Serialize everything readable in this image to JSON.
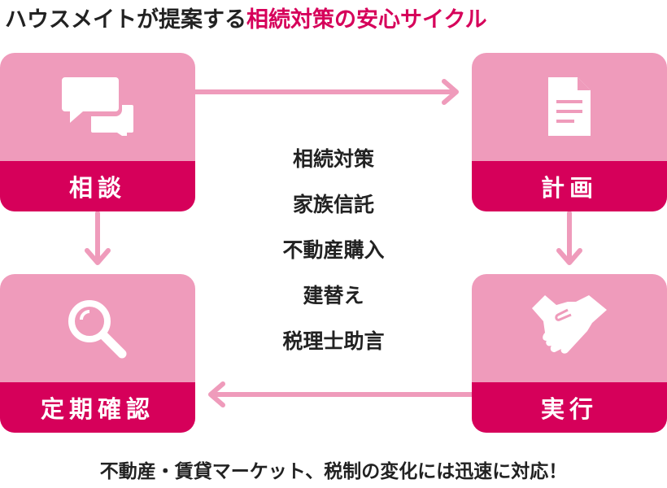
{
  "title": {
    "prefix": "ハウスメイトが提案する",
    "highlight": "相続対策の安心サイクル"
  },
  "steps": [
    {
      "label": "相談",
      "icon": "chat-bubbles-icon"
    },
    {
      "label": "計画",
      "icon": "document-icon"
    },
    {
      "label": "実行",
      "icon": "handshake-icon"
    },
    {
      "label": "定期確認",
      "icon": "magnifier-icon"
    }
  ],
  "services": [
    "相続対策",
    "家族信託",
    "不動産購入",
    "建替え",
    "税理士助言"
  ],
  "footer": "不動産・賃貸マーケット、税制の変化には迅速に対応！",
  "colors": {
    "light": "#ef9bbb",
    "accent": "#d6005a"
  }
}
